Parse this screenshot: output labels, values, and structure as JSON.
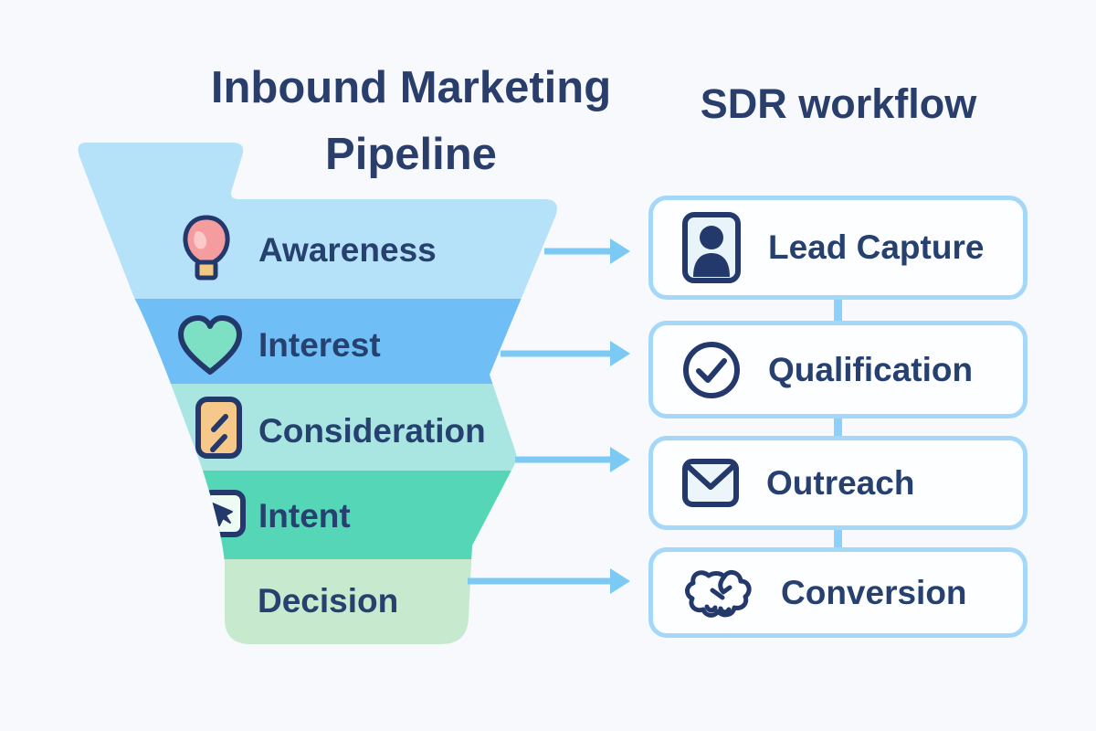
{
  "funnel": {
    "title": "Inbound Marketing Pipeline",
    "stages": [
      {
        "label": "Awareness",
        "icon": "balloon-bulb-icon",
        "color": "#b5e2f8"
      },
      {
        "label": "Interest",
        "icon": "heart-icon",
        "color": "#6fbef5"
      },
      {
        "label": "Consideration",
        "icon": "card-slashes-icon",
        "color": "#a9e6e2"
      },
      {
        "label": "Intent",
        "icon": "cursor-click-icon",
        "color": "#55d6b7"
      },
      {
        "label": "Decision",
        "icon": "none",
        "color": "#c7eacf"
      }
    ]
  },
  "workflow": {
    "title": "SDR workflow",
    "steps": [
      {
        "label": "Lead Capture",
        "icon": "contact-card-icon"
      },
      {
        "label": "Qualification",
        "icon": "check-circle-icon"
      },
      {
        "label": "Outreach",
        "icon": "envelope-icon"
      },
      {
        "label": "Conversion",
        "icon": "handshake-icon"
      }
    ]
  },
  "connections": [
    {
      "from": "Awareness",
      "to": "Lead Capture"
    },
    {
      "from": "Interest",
      "to": "Qualification"
    },
    {
      "from": "Consideration",
      "to": "Outreach"
    },
    {
      "from": "Decision",
      "to": "Conversion"
    }
  ],
  "colors": {
    "background": "#f7f9fc",
    "title_text": "#2a3e6c",
    "label_text": "#26406f",
    "arrow": "#7cc9f4",
    "connector": "#8ed1f8",
    "box_border": "#a5d8f8",
    "box_fill": "#fdfeff",
    "icon_outline": "#24396b",
    "balloon_pink": "#f59c9e",
    "balloon_highlight": "#fbc9c9",
    "balloon_base": "#f2c983",
    "heart_green": "#7de0c4",
    "card_orange": "#f6c98b",
    "intent_box_fill": "#eefaf4",
    "badge_fill": "#e9f4fa",
    "envelope_fill": "#ecf5f9"
  }
}
